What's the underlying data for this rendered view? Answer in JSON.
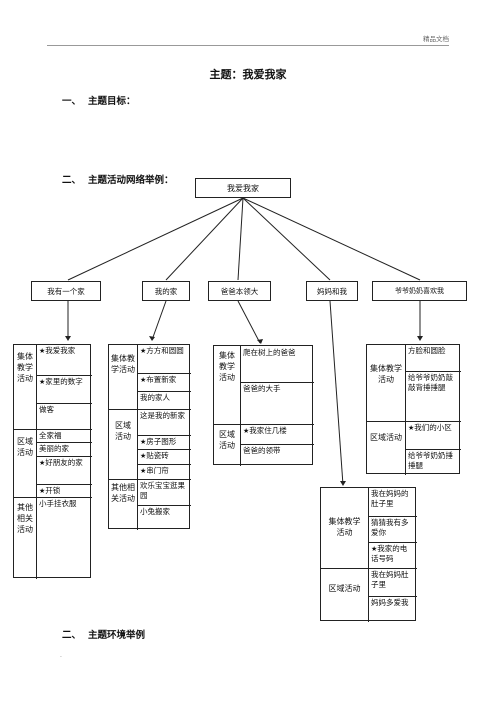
{
  "header": {
    "label": "精品文档"
  },
  "title": "主题：我爱我家",
  "section1": {
    "num": "一、",
    "title": "主题目标："
  },
  "section2": {
    "num": "二、",
    "title": "主题活动网络举例："
  },
  "section3": {
    "num": "二、",
    "title": "主题环境举例"
  },
  "root": "我爱我家",
  "branches": [
    "我有一个家",
    "我的家",
    "爸爸本领大",
    "妈妈和我",
    "爷爷奶奶喜欢我"
  ],
  "footer_dot": ".",
  "t1": {
    "c1": "集体教学活动",
    "c2": "区域活动",
    "c3": "其他相关活动",
    "r1": "我爱我家",
    "r2": "家里的数字",
    "r3": "做客",
    "r4": "全家福",
    "r5": "美丽的家",
    "r6": "好朋友的家",
    "r7": "开锁",
    "r8": "小手挂衣服"
  },
  "t2": {
    "c1": "集体教学活动",
    "c2": "区域活动",
    "c3": "其他相关活动",
    "r1": "方方和圆圆",
    "r2": "布置新家",
    "r3": "我的家人",
    "r4": "这是我的新家",
    "r5": "房子图形",
    "r6": "贴瓷砖",
    "r7": "串门帘",
    "r8": "欢乐宝宝逛果园",
    "r9": "小兔搬家"
  },
  "t3": {
    "c1": "集体教学活动",
    "c2": "区域活动",
    "r1": "爬在树上的爸爸",
    "r2": "爸爸的大手",
    "r3": "我家住几楼",
    "r4": "爸爸的领带"
  },
  "t4": {
    "c1": "集体教学活动",
    "c2": "区域活动",
    "r1": "我在妈妈的肚子里",
    "r2": "猜猜我有多爱你",
    "r3": "我家的电话号码",
    "r4": "我在妈妈肚子里",
    "r5": "妈妈多爱我"
  },
  "t5": {
    "c1": "集体教学活动",
    "c2": "区域活动",
    "r1": "方脸和圆脸",
    "r2": "给爷爷奶奶敲敲背捶捶腿",
    "r3": "我们的小区",
    "r4": "给爷爷奶奶捶捶腿"
  }
}
